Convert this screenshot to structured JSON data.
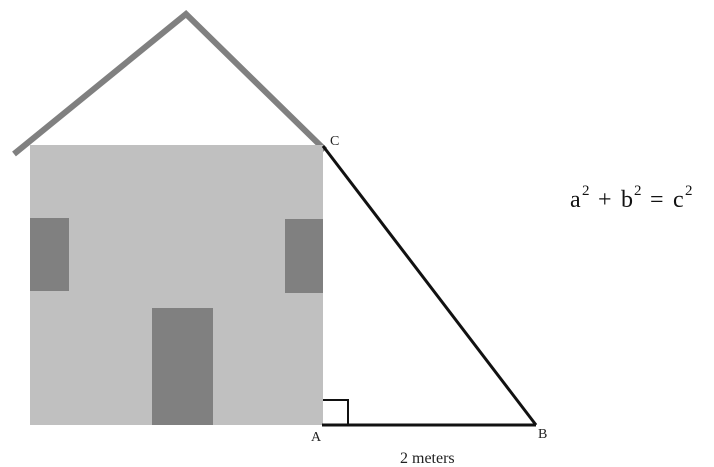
{
  "diagram": {
    "labels": {
      "vertex_a": "A",
      "vertex_b": "B",
      "vertex_c": "C",
      "base_length": "2 meters"
    },
    "formula": {
      "a": "a",
      "b": "b",
      "c": "c",
      "exponent": "2",
      "plus": "+",
      "equals": "="
    },
    "colors": {
      "roof": "#808080",
      "house_wall": "#c0c0c0",
      "window": "#808080",
      "door": "#808080",
      "triangle_line": "#111111",
      "text": "#222222"
    }
  }
}
